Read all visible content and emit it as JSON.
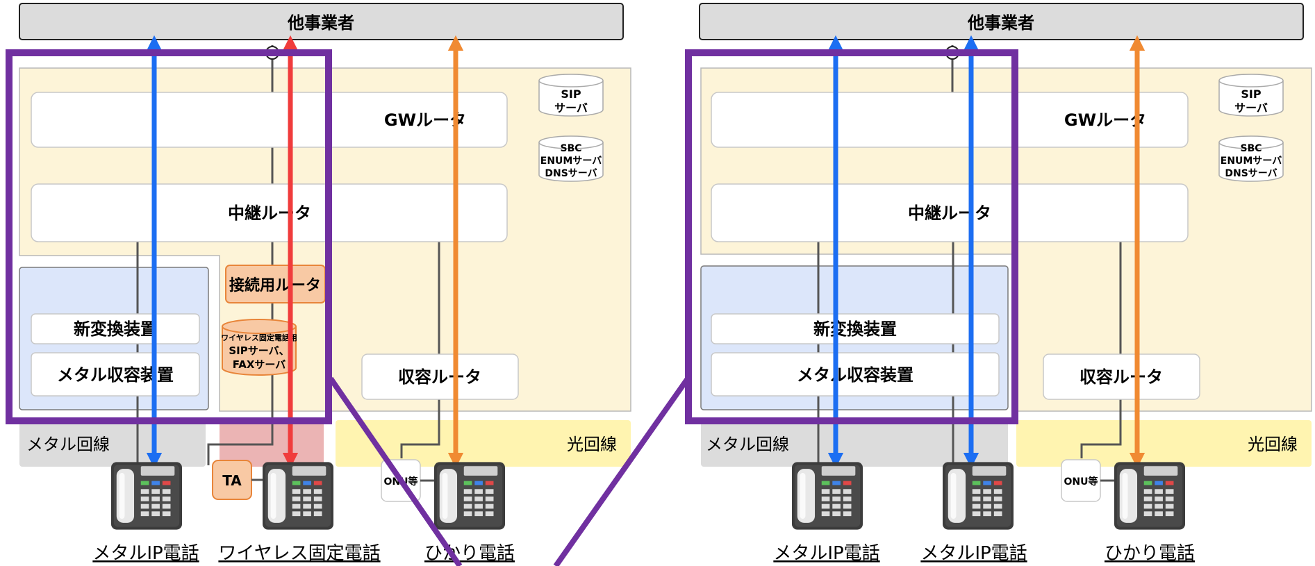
{
  "left": {
    "top_bar": "他事業者",
    "gw_router": "GWルータ",
    "relay_router": "中継ルータ",
    "sip_server": [
      "SIP",
      "サーバ"
    ],
    "sbc_server": [
      "SBC",
      "ENUMサーバ",
      "DNSサーバ"
    ],
    "conn_router": "接続用ルータ",
    "wireless_sip": [
      "ワイヤレス固定電話用",
      "SIPサーバ、",
      "FAXサーバ"
    ],
    "new_converter": "新変換装置",
    "metal_equipment": "メタル収容装置",
    "access_router": "収容ルータ",
    "metal_line": "メタル回線",
    "optical_line": "光回線",
    "ta": "TA",
    "onu": "ONU等",
    "phone_labels": [
      "メタルIP電話",
      "ワイヤレス固定電話",
      "ひかり電話"
    ]
  },
  "right": {
    "top_bar": "他事業者",
    "gw_router": "GWルータ",
    "relay_router": "中継ルータ",
    "sip_server": [
      "SIP",
      "サーバ"
    ],
    "sbc_server": [
      "SBC",
      "ENUMサーバ",
      "DNSサーバ"
    ],
    "new_converter": "新変換装置",
    "metal_equipment": "メタル収容装置",
    "access_router": "収容ルータ",
    "metal_line": "メタル回線",
    "optical_line": "光回線",
    "onu": "ONU等",
    "phone_labels": [
      "メタルIP電話",
      "メタルIP電話",
      "ひかり電話"
    ]
  },
  "colors": {
    "blue_arrow": "#1c6ef2",
    "red_arrow": "#f03c3c",
    "orange_arrow": "#f08a32",
    "purple_frame": "#7030a0",
    "core_bg": "#fdf4d8",
    "metal_bg": "#dce6fa",
    "orange_box": "#f8c9a4"
  }
}
